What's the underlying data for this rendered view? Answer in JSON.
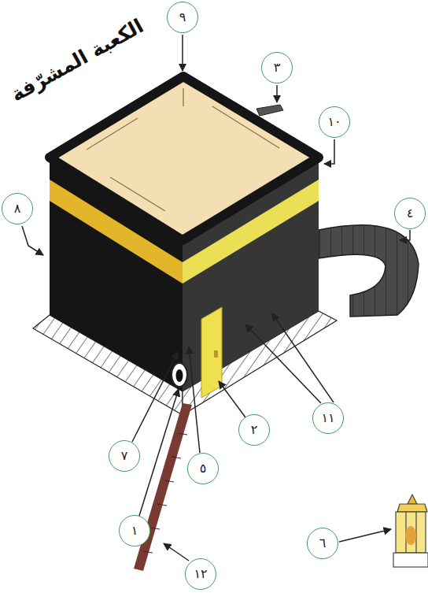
{
  "diagram": {
    "title": "الكعبة المشرّفة",
    "nodes": [
      {
        "text": [
          "٩"
        ]
      },
      {
        "text": [
          "٣"
        ]
      },
      {
        "text": [
          "١٠"
        ]
      },
      {
        "text": [
          "٨"
        ]
      },
      {
        "text": [
          "٤"
        ]
      },
      {
        "text": [
          "١١"
        ]
      },
      {
        "text": [
          "٢"
        ]
      },
      {
        "text": [
          "٧"
        ]
      },
      {
        "text": [
          "٥"
        ]
      },
      {
        "text": [
          "١"
        ]
      },
      {
        "text": [
          "٦"
        ]
      },
      {
        "text": [
          "١٢"
        ]
      }
    ]
  }
}
